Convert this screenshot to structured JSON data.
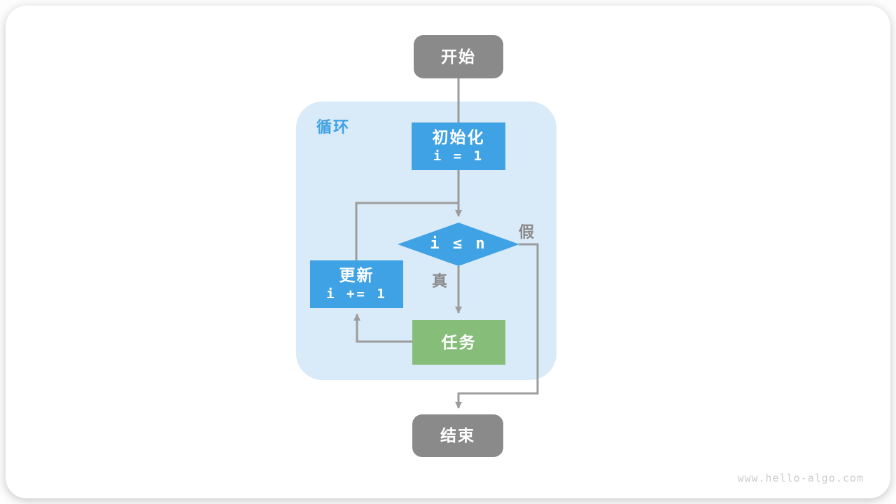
{
  "diagram": {
    "title_region": {
      "loop_label": "循环"
    },
    "nodes": {
      "start": {
        "label": "开始"
      },
      "init": {
        "label": "初始化",
        "code": "i = 1"
      },
      "condition": {
        "label": "i ≤ n"
      },
      "task": {
        "label": "任务"
      },
      "update": {
        "label": "更新",
        "code": "i += 1"
      },
      "end": {
        "label": "结束"
      }
    },
    "branches": {
      "true_label": "真",
      "false_label": "假"
    },
    "watermark": "www.hello-algo.com",
    "colors": {
      "terminal_gray": "#8a8a8a",
      "process_blue": "#3fa2e4",
      "loop_region_blue": "#d9eaf8",
      "task_green": "#85bd79",
      "connector_gray": "#9c9c9c",
      "loop_label_blue": "#3fa2e4",
      "watermark_gray": "#cccccc"
    }
  }
}
